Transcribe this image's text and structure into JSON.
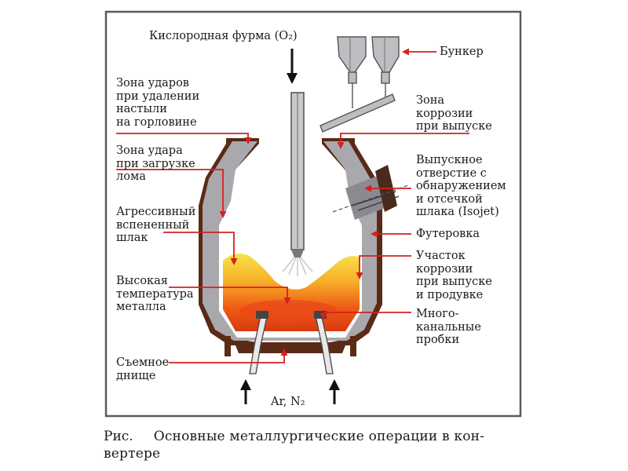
{
  "labels": {
    "lance": "Кислородная фурма (O₂)",
    "bunker": "Бункер",
    "impact_neck": "Зона ударов\nпри удалении\nнастыли\nна горловине",
    "impact_scrap": "Зона удара\nпри загрузке\nлома",
    "foamed_slag": "Агрессивный\nвспененный\nшлак",
    "hot_metal": "Высокая\nтемпература\nметалла",
    "removable_bottom": "Съемное\nднище",
    "corrosion_tap": "Зона\nкоррозии\nпри выпуске",
    "taphole": "Выпускное\nотверстие с\nобнаружением\nи отсечкой\nшлака (Isojet)",
    "lining": "Футеровка",
    "corrosion_area": "Участок\nкоррозии\nпри выпуске\nи продувке",
    "plugs": "Много-\nканальные\nпробки",
    "gas": "Ar, N₂"
  },
  "caption": {
    "prefix": "Рис.",
    "text": "Основные металлургические операции в кон-вертере"
  },
  "colors": {
    "frame": "#5b5b5b",
    "lining": "#a9a9ad",
    "shell": "#5a2a16",
    "arrow": "#d62020",
    "slag": "#f5dc2a",
    "metal": "#ef5a14"
  }
}
